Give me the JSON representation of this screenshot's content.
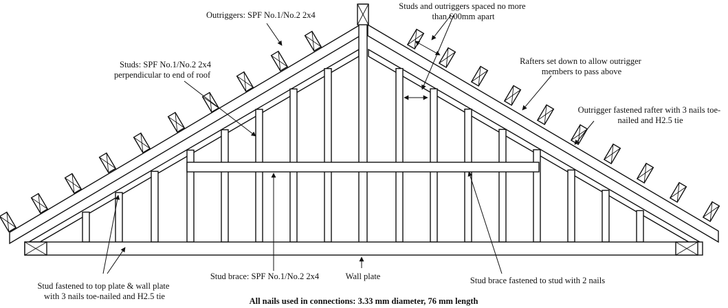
{
  "figure": {
    "labels": {
      "outriggers": "Outriggers: SPF No.1/No.2 2x4",
      "spacing_line1": "Studs and outriggers spaced no more",
      "spacing_line2": "than 600mm apart",
      "studs_line1": "Studs: SPF No.1/No.2 2x4",
      "studs_line2": "perpendicular to end of roof",
      "rafters_line1": "Rafters set down to allow outrigger",
      "rafters_line2": "members to pass above",
      "outrigger_fastened_line1": "Outrigger fastened rafter with 3 nails toe-",
      "outrigger_fastened_line2": "nailed and H2.5 tie",
      "stud_fastened_line1": "Stud fastened to top plate & wall plate",
      "stud_fastened_line2": "with 3 nails toe-nailed and H2.5 tie",
      "stud_brace": "Stud brace: SPF No.1/No.2 2x4",
      "wall_plate": "Wall plate",
      "brace_fastened": "Stud brace fastened to stud with 2 nails"
    },
    "footnote": "All nails used in connections: 3.33 mm diameter, 76 mm length"
  }
}
